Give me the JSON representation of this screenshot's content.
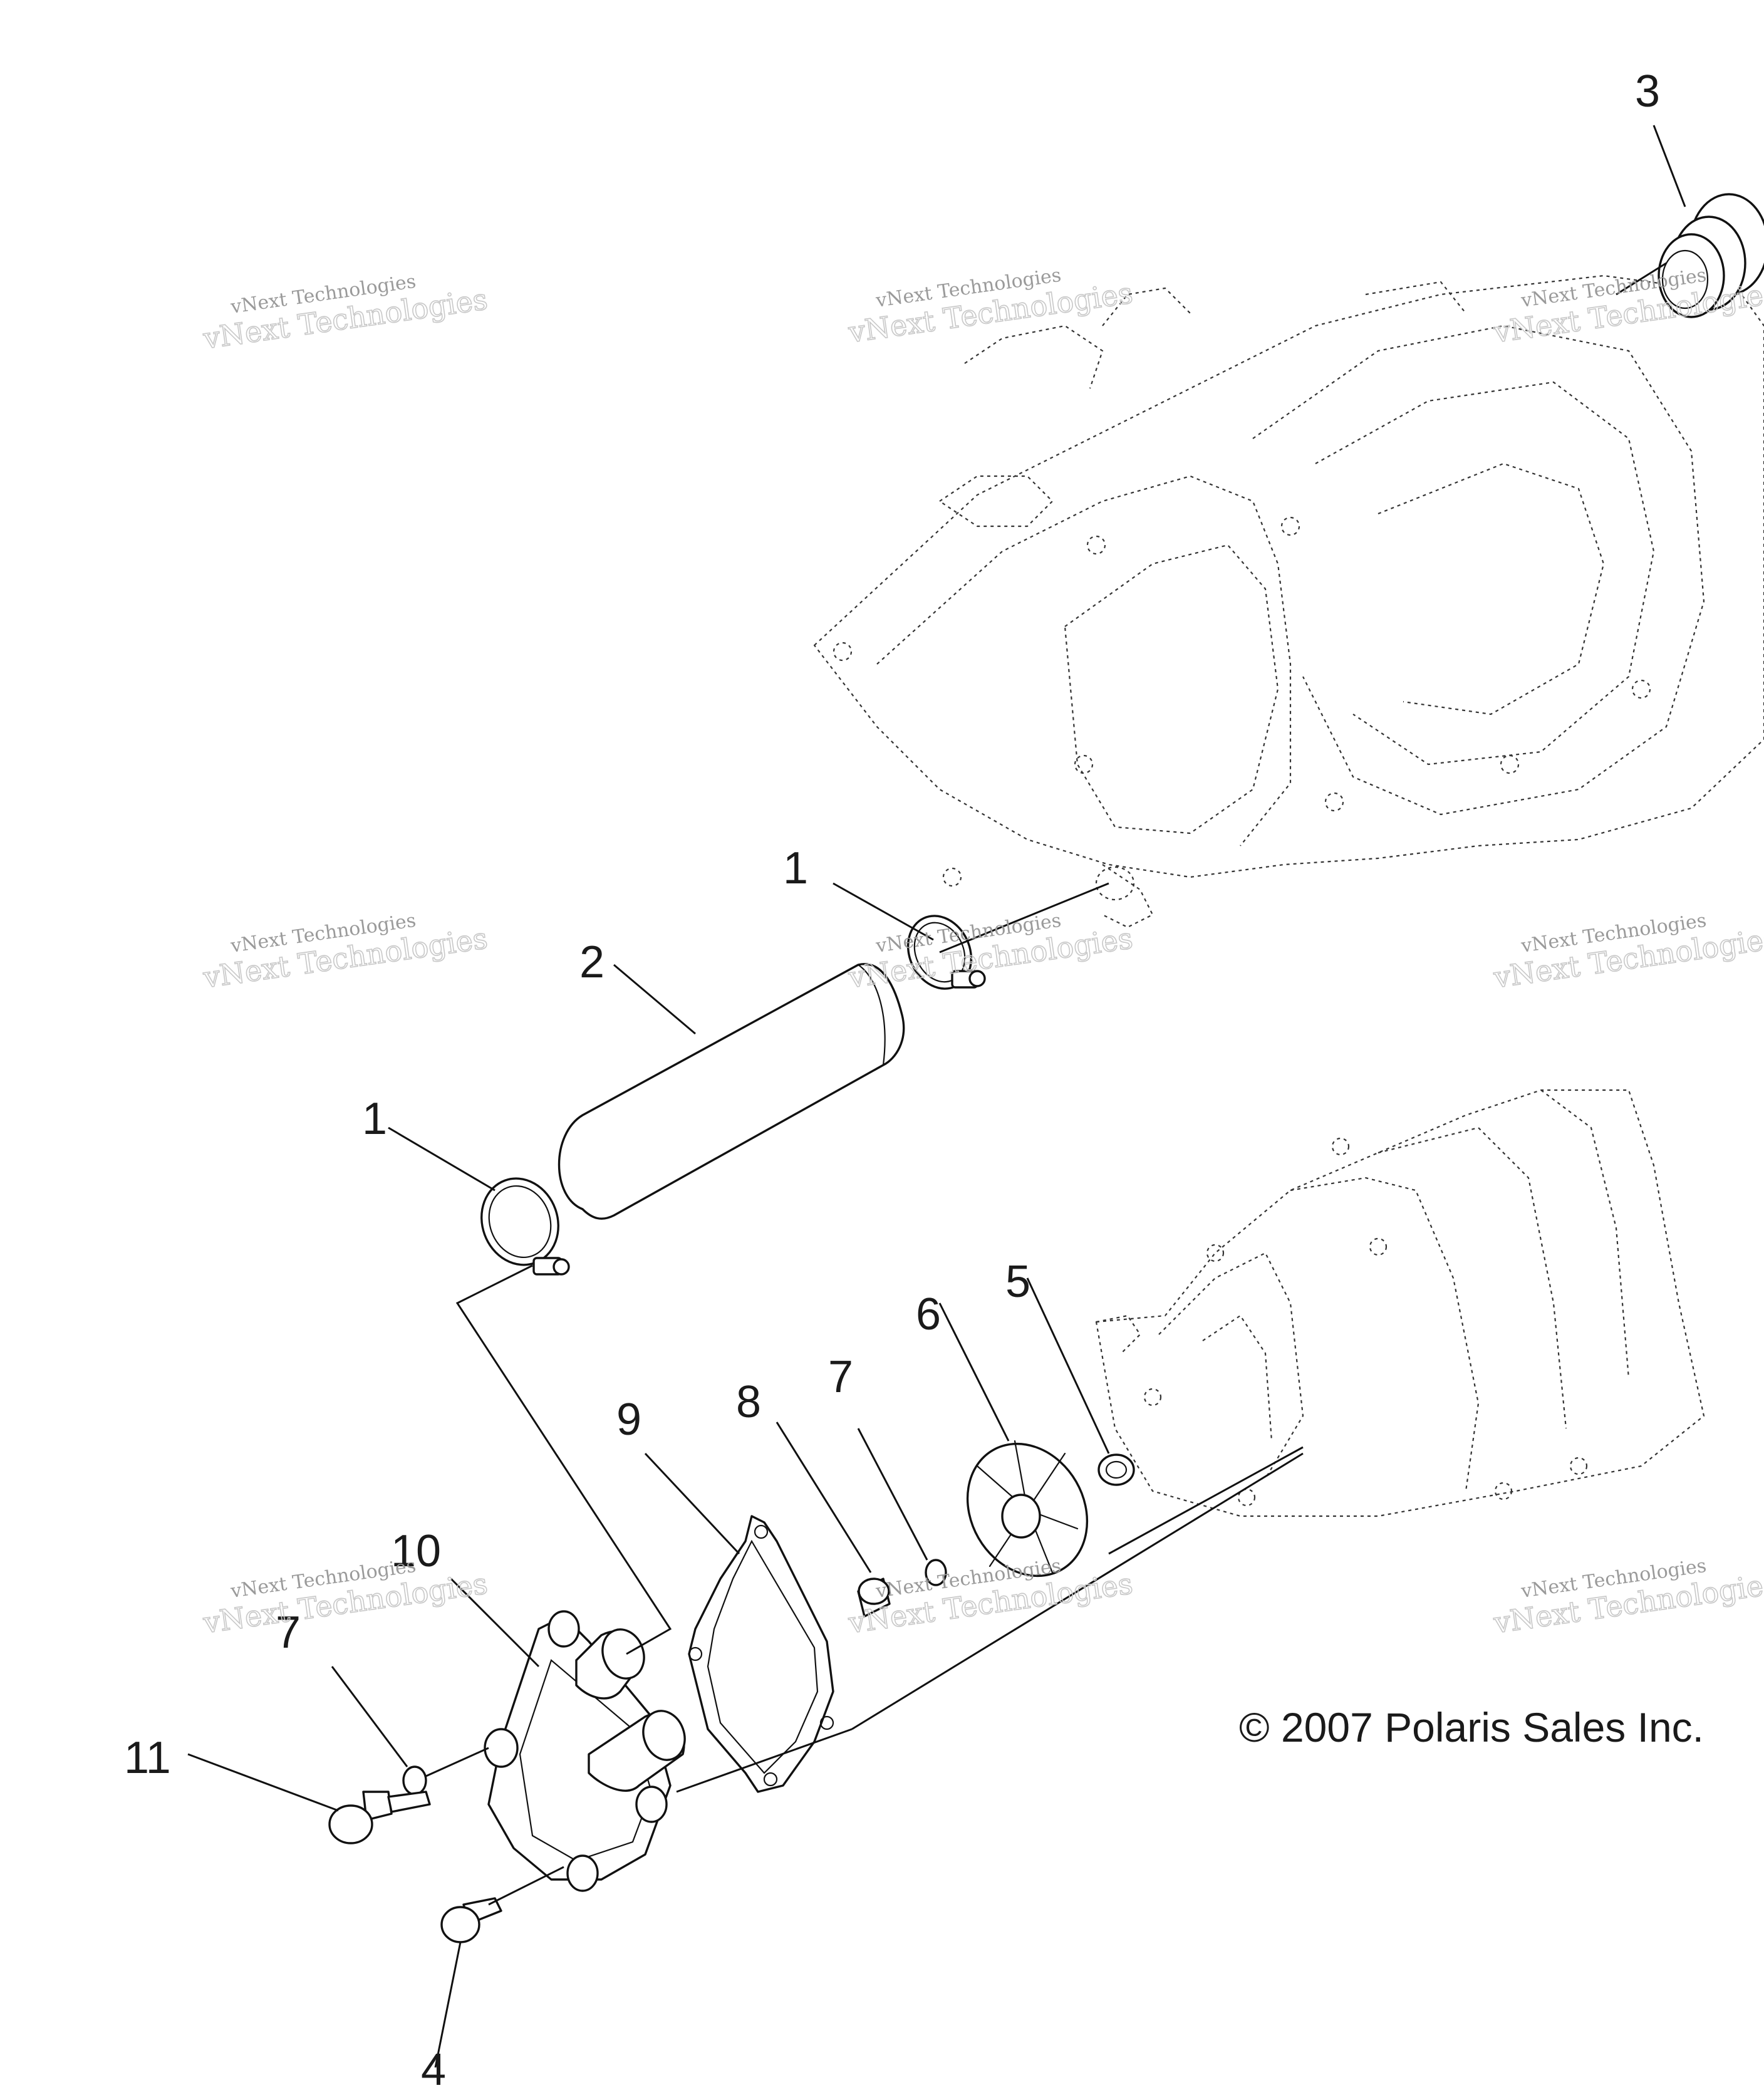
{
  "callouts": [
    {
      "id": "c3",
      "label": "3"
    },
    {
      "id": "c1a",
      "label": "1"
    },
    {
      "id": "c2",
      "label": "2"
    },
    {
      "id": "c1b",
      "label": "1"
    },
    {
      "id": "c5",
      "label": "5"
    },
    {
      "id": "c6",
      "label": "6"
    },
    {
      "id": "c7a",
      "label": "7"
    },
    {
      "id": "c8",
      "label": "8"
    },
    {
      "id": "c9",
      "label": "9"
    },
    {
      "id": "c10",
      "label": "10"
    },
    {
      "id": "c7b",
      "label": "7"
    },
    {
      "id": "c11",
      "label": "11"
    },
    {
      "id": "c4",
      "label": "4"
    }
  ],
  "watermark": {
    "line1": "vNext Technologies",
    "line2": "vNext Technologies"
  },
  "copyright": "© 2007 Polaris Sales Inc."
}
